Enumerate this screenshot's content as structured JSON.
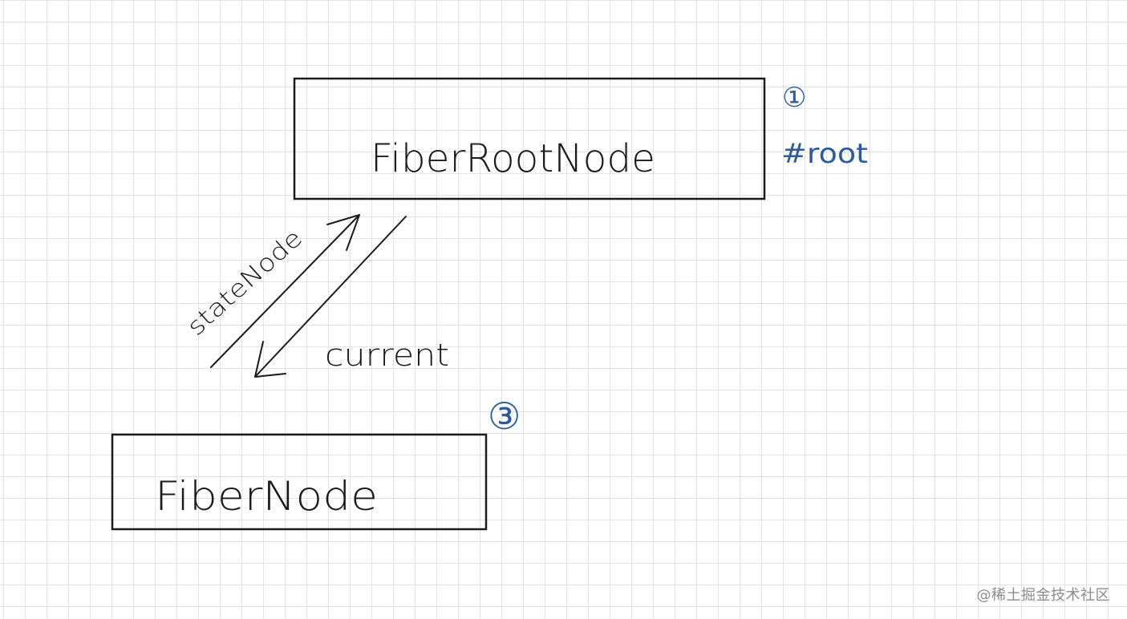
{
  "nodes": {
    "fiber_root_node": {
      "label": "FiberRootNode",
      "marker": "①",
      "tag": "#root"
    },
    "fiber_node": {
      "label": "FiberNode",
      "marker": "③"
    }
  },
  "edges": {
    "state_node": {
      "label": "stateNode"
    },
    "current": {
      "label": "current"
    }
  },
  "watermark": "@稀土掘金技术社区",
  "colors": {
    "stroke": "#1b1b1b",
    "annotation": "#2d5a9b",
    "grid": "#e3e3e3"
  }
}
